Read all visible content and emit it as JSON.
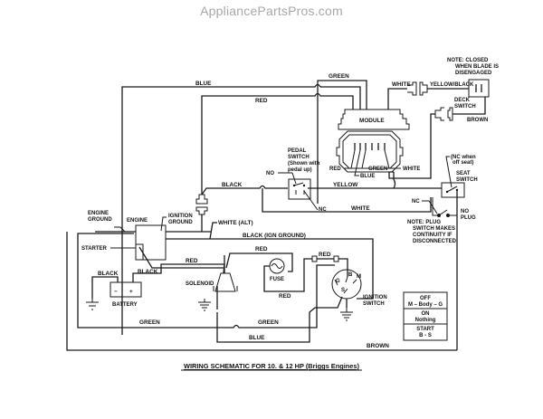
{
  "watermark": "AppliancePartsPros.com",
  "title": "WIRING SCHEMATIC FOR 10. & 12 HP (Briggs Engines)",
  "wires": {
    "blue_top": "BLUE",
    "red_top": "RED",
    "green_top": "GREEN",
    "white_top": "WHITE",
    "yellow_black": "YELLOW/BLACK",
    "brown_deck": "BROWN",
    "black_mid": "BLACK",
    "yellow_mid": "YELLOW",
    "white_mid": "WHITE",
    "white_alt": "WHITE (ALT)",
    "black_ign_ground": "BLACK (IGN GROUND)",
    "red_solenoid": "RED",
    "red_fuse_top": "RED",
    "red_fuse_bottom": "RED",
    "red_starter": "RED",
    "black_starter": "BLACK",
    "black_battery": "BLACK",
    "green_left": "GREEN",
    "green_right": "GREEN",
    "blue_bottom": "BLUE",
    "brown_bottom": "BROWN"
  },
  "module": {
    "label": "MODULE",
    "pins": [
      "RED",
      "BLUE",
      "GREEN",
      "WHITE"
    ]
  },
  "deck_switch": {
    "label_line1": "DECK",
    "label_line2": "SWITCH",
    "note": [
      "NOTE:  CLOSED",
      "WHEN BLADE IS",
      "DISENGAGED"
    ]
  },
  "pedal_switch": {
    "lines": [
      "PEDAL",
      "SWITCH",
      "(Shown with",
      "pedal up)"
    ],
    "no_label": "NO",
    "nc_label": "NC"
  },
  "seat_switch": {
    "label_line1": "SEAT",
    "label_line2": "SWITCH",
    "nc_note": [
      "(NC when",
      "off seat)"
    ]
  },
  "plug_switch": {
    "nc_label": "NC",
    "no_plug": [
      "NO",
      "PLUG"
    ],
    "note": [
      "NOTE:  PLUG",
      "SWITCH MAKES",
      "CONTINUITY IF",
      "DISCONNECTED"
    ]
  },
  "engine": {
    "engine_label": "ENGINE",
    "engine_ground": [
      "ENGINE",
      "GROUND"
    ],
    "ignition_ground": [
      "IGNITION",
      "GROUND"
    ],
    "starter": "STARTER"
  },
  "battery": {
    "label": "BATTERY",
    "minus": "−",
    "plus": "+"
  },
  "solenoid": "SOLENOID",
  "fuse": "FUSE",
  "ignition_switch": {
    "label": [
      "IGNITION",
      "SWITCH"
    ],
    "terminals": [
      "G",
      "B",
      "M",
      "S"
    ]
  },
  "switch_table": [
    {
      "state": "OFF",
      "connection": "M – Body – G"
    },
    {
      "state": "ON",
      "connection": "Nothing"
    },
    {
      "state": "START",
      "connection": "B - S"
    }
  ]
}
